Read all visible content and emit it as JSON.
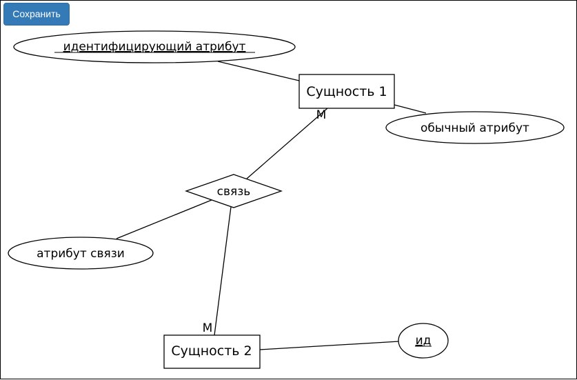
{
  "toolbar": {
    "save_label": "Сохранить"
  },
  "colors": {
    "button_bg": "#337ab7",
    "button_border": "#2e6da4",
    "stroke": "#000000",
    "fill": "#ffffff"
  },
  "diagram": {
    "entities": [
      {
        "label": "Сущность 1"
      },
      {
        "label": "Сущность 2"
      }
    ],
    "relationship": {
      "label": "связь"
    },
    "attributes": [
      {
        "label": "идентифицирующий атрибут",
        "key": true
      },
      {
        "label": "обычный атрибут",
        "key": false
      },
      {
        "label": "атрибут связи",
        "key": false
      },
      {
        "label": "ид",
        "key": true
      }
    ],
    "cardinalities": [
      {
        "label": "М"
      },
      {
        "label": "М"
      }
    ]
  }
}
